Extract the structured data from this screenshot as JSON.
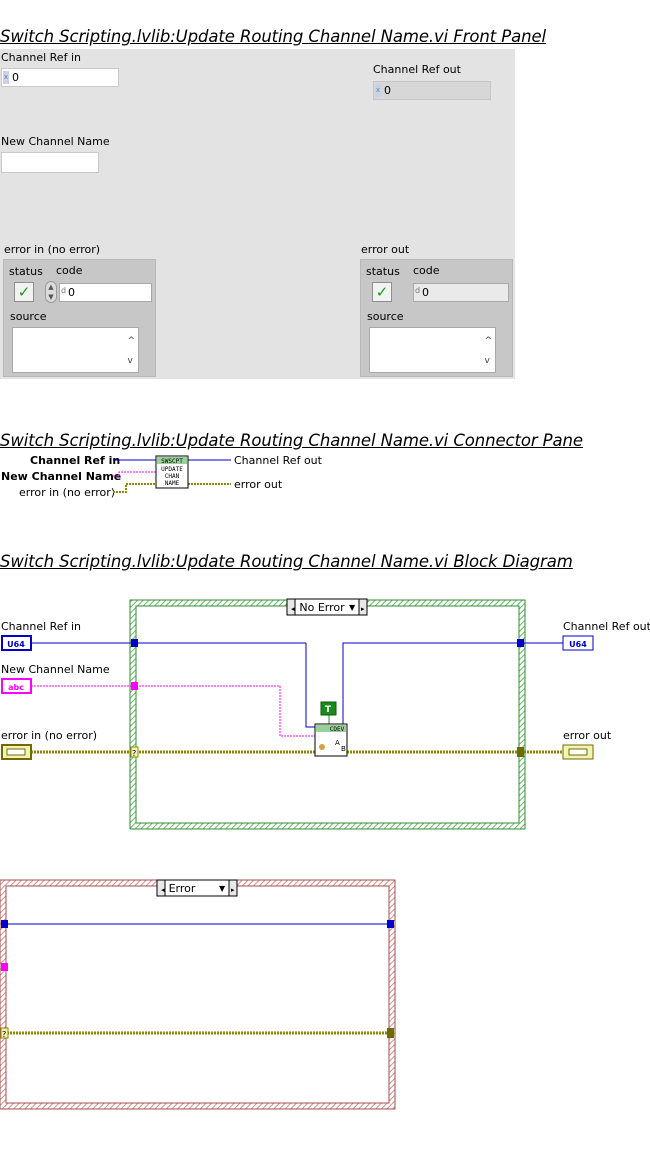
{
  "front_panel": {
    "title": "Switch Scripting.lvlib:Update Routing Channel Name.vi Front Panel",
    "channel_ref_in": {
      "label": "Channel Ref in",
      "value": "0"
    },
    "channel_ref_out": {
      "label": "Channel Ref out",
      "value": "0"
    },
    "new_channel_name": {
      "label": "New Channel Name",
      "value": ""
    },
    "error_in": {
      "label": "error in (no error)",
      "status_label": "status",
      "code_label": "code",
      "code_value": "0",
      "source_label": "source"
    },
    "error_out": {
      "label": "error out",
      "status_label": "status",
      "code_label": "code",
      "code_value": "0",
      "source_label": "source"
    }
  },
  "connector_pane": {
    "title": "Switch Scripting.lvlib:Update Routing Channel Name.vi Connector Pane",
    "inputs": [
      "Channel Ref in",
      "New Channel Name",
      "error in (no error)"
    ],
    "outputs": [
      "Channel Ref out",
      "error out"
    ],
    "icon_lines": [
      "SWSCPT",
      "UPDATE",
      "CHAN",
      "NAME"
    ]
  },
  "block_diagram": {
    "title": "Switch Scripting.lvlib:Update Routing Channel Name.vi Block Diagram",
    "terminals": {
      "channel_ref_in": {
        "label": "Channel Ref in",
        "type": "U64"
      },
      "new_channel_name": {
        "label": "New Channel Name",
        "type": "abc"
      },
      "error_in": {
        "label": "error in (no error)"
      },
      "channel_ref_out": {
        "label": "Channel Ref out",
        "type": "U64"
      },
      "error_out": {
        "label": "error out"
      }
    },
    "case_no_error": {
      "selector": "No Error"
    },
    "case_error": {
      "selector": "Error"
    },
    "constant_true": "T",
    "subvi_label": "CDEV",
    "colors": {
      "refwire": "#0000c8",
      "stringwire": "#ff00ff",
      "errorwire": "#8a8a00",
      "case_noerror_border": "#6fcd6f",
      "case_error_border": "#e08a8a"
    }
  }
}
